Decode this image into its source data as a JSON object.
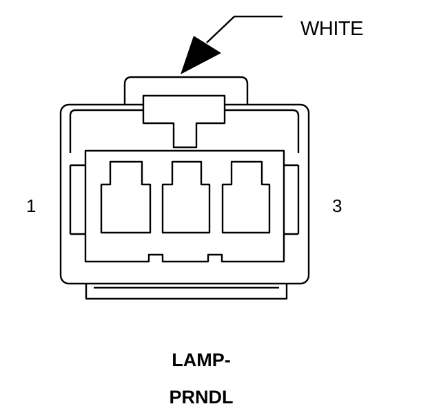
{
  "callout": {
    "label": "WHITE"
  },
  "pins": {
    "first": "1",
    "last": "3"
  },
  "connector_name": {
    "line1": "LAMP-",
    "line2": "PRNDL"
  },
  "colors": {
    "ink": "#000000",
    "paper": "#ffffff"
  },
  "cavities": 3
}
